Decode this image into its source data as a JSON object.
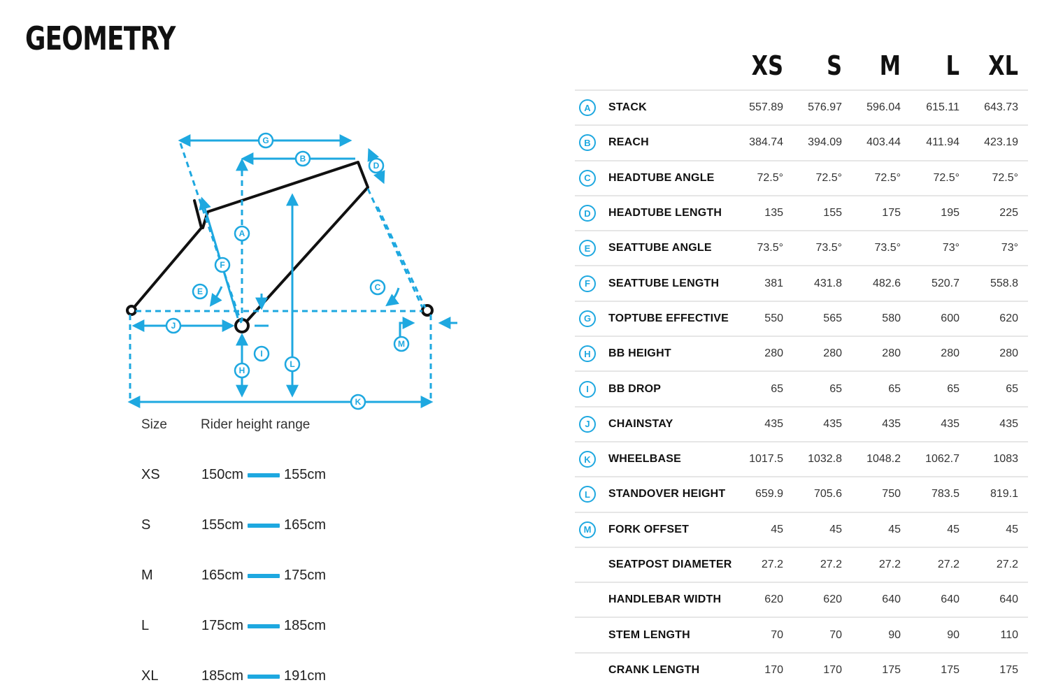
{
  "title": "GEOMETRY",
  "sizes": [
    "XS",
    "S",
    "M",
    "L",
    "XL"
  ],
  "rows": [
    {
      "badge": "A",
      "label": "STACK",
      "values": [
        "557.89",
        "576.97",
        "596.04",
        "615.11",
        "643.73"
      ]
    },
    {
      "badge": "B",
      "label": "REACH",
      "values": [
        "384.74",
        "394.09",
        "403.44",
        "411.94",
        "423.19"
      ]
    },
    {
      "badge": "C",
      "label": "HEADTUBE ANGLE",
      "values": [
        "72.5°",
        "72.5°",
        "72.5°",
        "72.5°",
        "72.5°"
      ]
    },
    {
      "badge": "D",
      "label": "HEADTUBE LENGTH",
      "values": [
        "135",
        "155",
        "175",
        "195",
        "225"
      ]
    },
    {
      "badge": "E",
      "label": "SEATTUBE ANGLE",
      "values": [
        "73.5°",
        "73.5°",
        "73.5°",
        "73°",
        "73°"
      ]
    },
    {
      "badge": "F",
      "label": "SEATTUBE LENGTH",
      "values": [
        "381",
        "431.8",
        "482.6",
        "520.7",
        "558.8"
      ]
    },
    {
      "badge": "G",
      "label": "TOPTUBE EFFECTIVE",
      "values": [
        "550",
        "565",
        "580",
        "600",
        "620"
      ]
    },
    {
      "badge": "H",
      "label": "BB HEIGHT",
      "values": [
        "280",
        "280",
        "280",
        "280",
        "280"
      ]
    },
    {
      "badge": "I",
      "label": "BB DROP",
      "values": [
        "65",
        "65",
        "65",
        "65",
        "65"
      ]
    },
    {
      "badge": "J",
      "label": "CHAINSTAY",
      "values": [
        "435",
        "435",
        "435",
        "435",
        "435"
      ]
    },
    {
      "badge": "K",
      "label": "WHEELBASE",
      "values": [
        "1017.5",
        "1032.8",
        "1048.2",
        "1062.7",
        "1083"
      ]
    },
    {
      "badge": "L",
      "label": "STANDOVER HEIGHT",
      "values": [
        "659.9",
        "705.6",
        "750",
        "783.5",
        "819.1"
      ]
    },
    {
      "badge": "M",
      "label": "FORK OFFSET",
      "values": [
        "45",
        "45",
        "45",
        "45",
        "45"
      ]
    },
    {
      "badge": "",
      "label": "SEATPOST DIAMETER",
      "values": [
        "27.2",
        "27.2",
        "27.2",
        "27.2",
        "27.2"
      ]
    },
    {
      "badge": "",
      "label": "HANDLEBAR WIDTH",
      "values": [
        "620",
        "620",
        "640",
        "640",
        "640"
      ]
    },
    {
      "badge": "",
      "label": "STEM LENGTH",
      "values": [
        "70",
        "70",
        "90",
        "90",
        "110"
      ]
    },
    {
      "badge": "",
      "label": "CRANK LENGTH",
      "values": [
        "170",
        "170",
        "175",
        "175",
        "175"
      ]
    }
  ],
  "rider": {
    "header_size": "Size",
    "header_range": "Rider height range",
    "rows": [
      {
        "size": "XS",
        "min": "150cm",
        "max": "155cm"
      },
      {
        "size": "S",
        "min": "155cm",
        "max": "165cm"
      },
      {
        "size": "M",
        "min": "165cm",
        "max": "175cm"
      },
      {
        "size": "L",
        "min": "175cm",
        "max": "185cm"
      },
      {
        "size": "XL",
        "min": "185cm",
        "max": "191cm"
      }
    ]
  },
  "diagram_labels": [
    "A",
    "B",
    "C",
    "D",
    "E",
    "F",
    "G",
    "H",
    "I",
    "J",
    "K",
    "L",
    "M"
  ],
  "colors": {
    "accent": "#1ea8e0",
    "frame": "#111111",
    "divider": "#e6e6e6"
  }
}
